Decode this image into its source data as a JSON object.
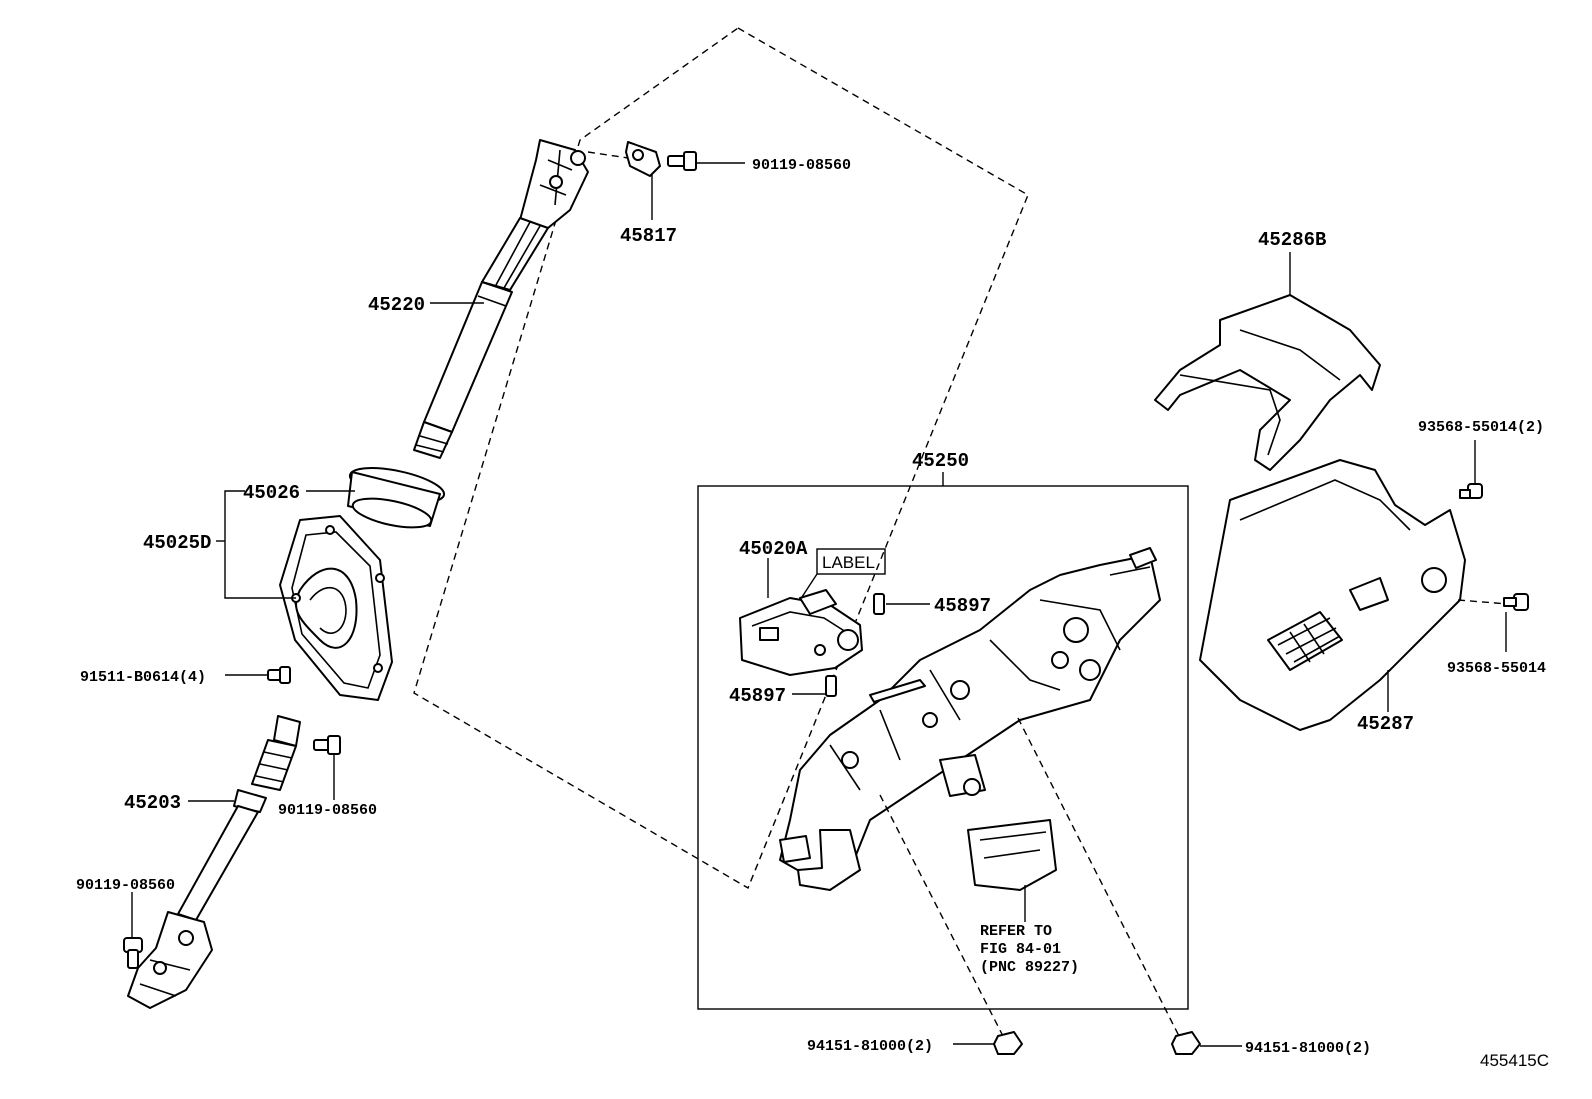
{
  "labels": {
    "p45817": "45817",
    "p90119_top": "90119-08560",
    "p45220": "45220",
    "p45026": "45026",
    "p45025D": "45025D",
    "p91511": "91511-B0614(4)",
    "p45203": "45203",
    "p90119_mid": "90119-08560",
    "p90119_low": "90119-08560",
    "p45250": "45250",
    "p45020A": "45020A",
    "label_box": "LABEL",
    "p45897_a": "45897",
    "p45897_b": "45897",
    "refer_1": "REFER TO",
    "refer_2": "FIG 84-01",
    "refer_3": "(PNC 89227)",
    "p94151_left": "94151-81000(2)",
    "p94151_right": "94151-81000(2)",
    "p45286B": "45286B",
    "p93568_top": "93568-55014(2)",
    "p93568_mid": "93568-55014",
    "p45287": "45287",
    "diagram_ref": "455415C"
  }
}
